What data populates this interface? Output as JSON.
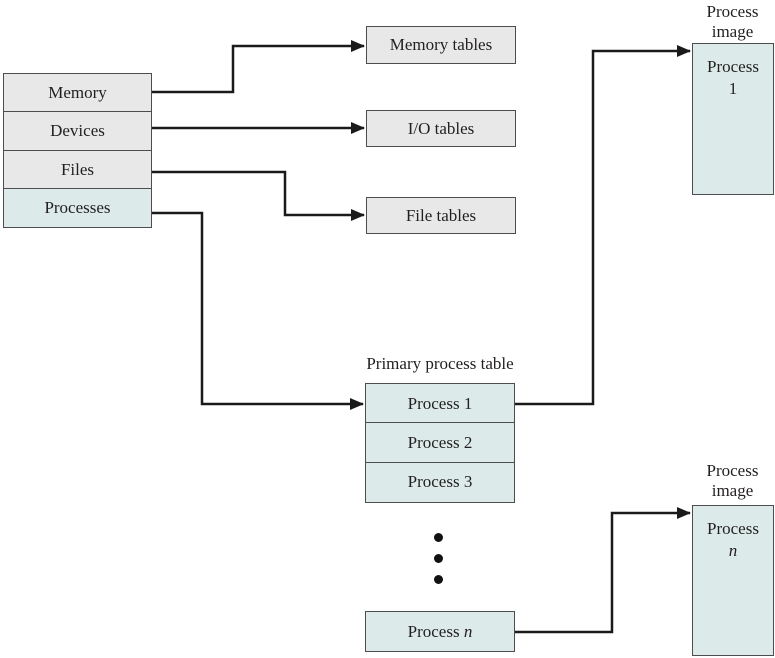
{
  "colors": {
    "box_gray": "#e8e8e9",
    "box_teal": "#dcebe9",
    "border": "#4d4d4f",
    "line": "#1a1a1a",
    "text": "#221f1f",
    "background": "#ffffff"
  },
  "control_tables": {
    "rows": [
      {
        "label": "Memory"
      },
      {
        "label": "Devices"
      },
      {
        "label": "Files"
      },
      {
        "label": "Processes"
      }
    ]
  },
  "tables": {
    "memory": "Memory tables",
    "io": "I/O tables",
    "file": "File tables"
  },
  "primary_process_table": {
    "title": "Primary process table",
    "rows": [
      "Process 1",
      "Process 2",
      "Process 3"
    ],
    "last_row_prefix": "Process ",
    "last_row_var": "n"
  },
  "process_image_top": {
    "caption_line1": "Process",
    "caption_line2": "image",
    "content_line1": "Process",
    "content_line2": "1"
  },
  "process_image_bottom": {
    "caption_line1": "Process",
    "caption_line2": "image",
    "content_line1": "Process",
    "content_line2": "n"
  }
}
